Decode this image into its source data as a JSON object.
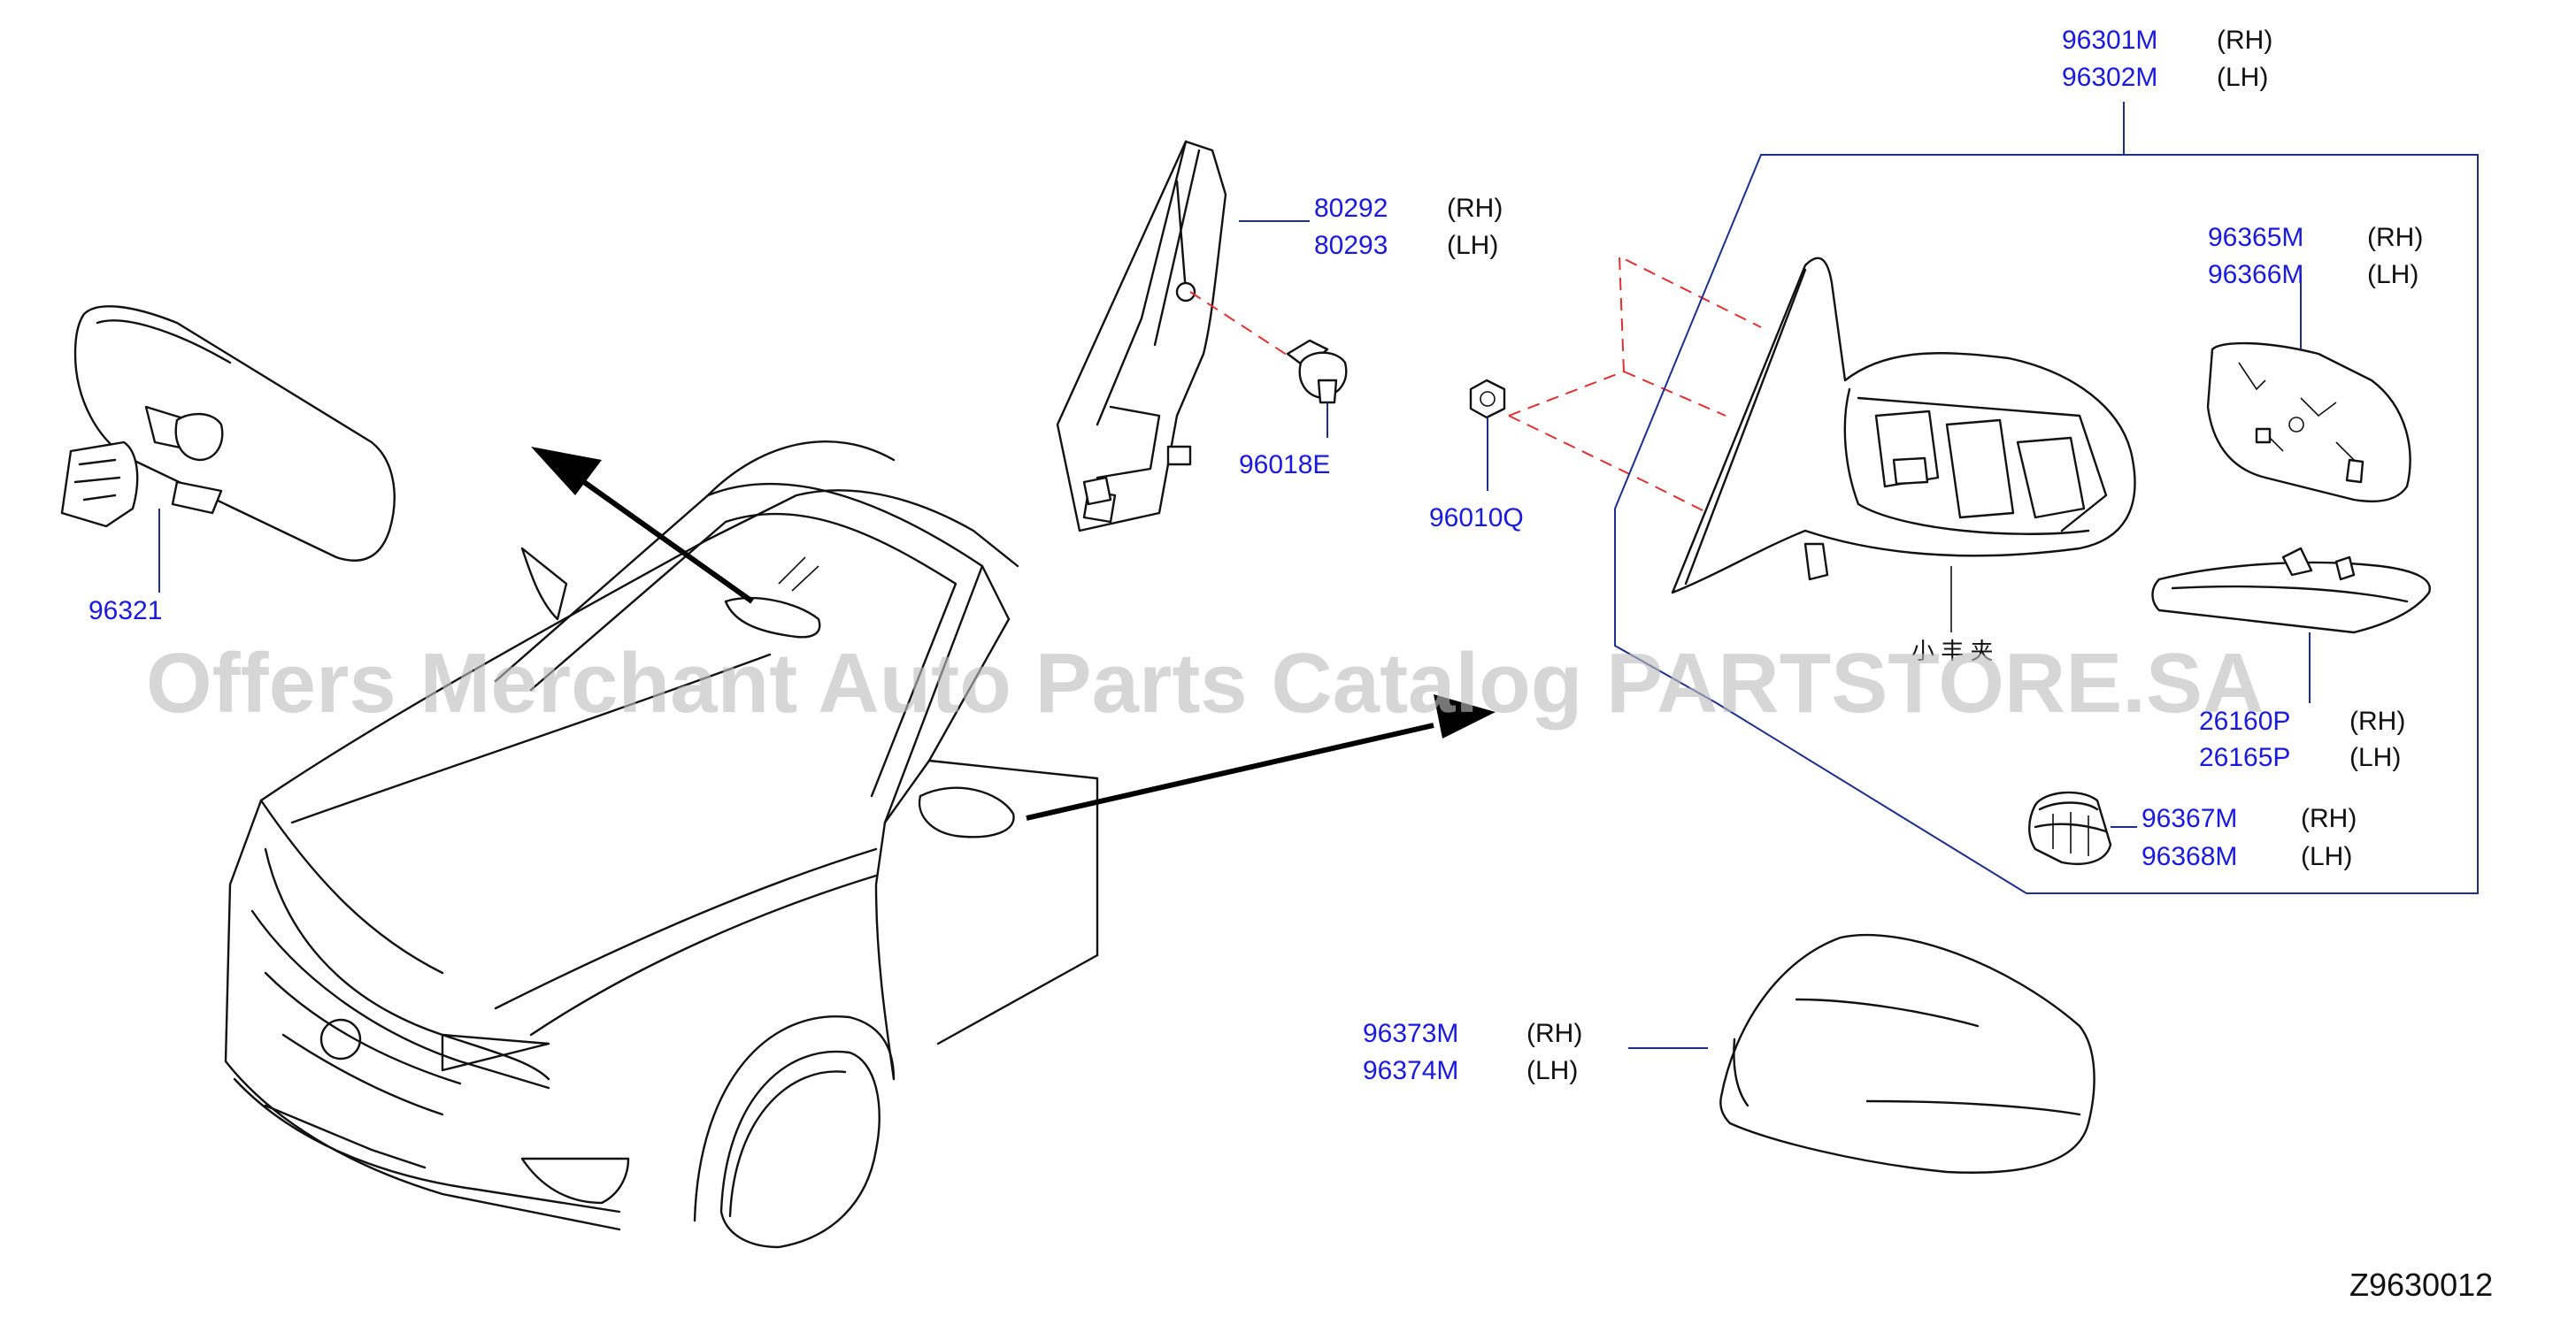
{
  "watermark": "Offers Merchant Auto Parts Catalog PARTSTORE.SA",
  "diagram_code": "Z9630012",
  "callouts": {
    "door_mirror": {
      "part_rh": "96301M",
      "side_rh": "(RH)",
      "part_lh": "96302M",
      "side_lh": "(LH)"
    },
    "mirror_glass": {
      "part_rh": "96365M",
      "side_rh": "(RH)",
      "part_lh": "96366M",
      "side_lh": "(LH)"
    },
    "corner_finisher": {
      "part_rh": "80292",
      "side_rh": "(RH)",
      "part_lh": "80293",
      "side_lh": "(LH)"
    },
    "clip": {
      "part": "96018E"
    },
    "nut": {
      "part": "96010Q"
    },
    "inside_mirror": {
      "part": "96321"
    },
    "turn_lamp": {
      "part_rh": "26160P",
      "side_rh": "(RH)",
      "part_lh": "26165P",
      "side_lh": "(LH)"
    },
    "actuator": {
      "part_rh": "96367M",
      "side_rh": "(RH)",
      "part_lh": "96368M",
      "side_lh": "(LH)"
    },
    "mirror_cover": {
      "part_rh": "96373M",
      "side_rh": "(RH)",
      "part_lh": "96374M",
      "side_lh": "(LH)"
    }
  }
}
